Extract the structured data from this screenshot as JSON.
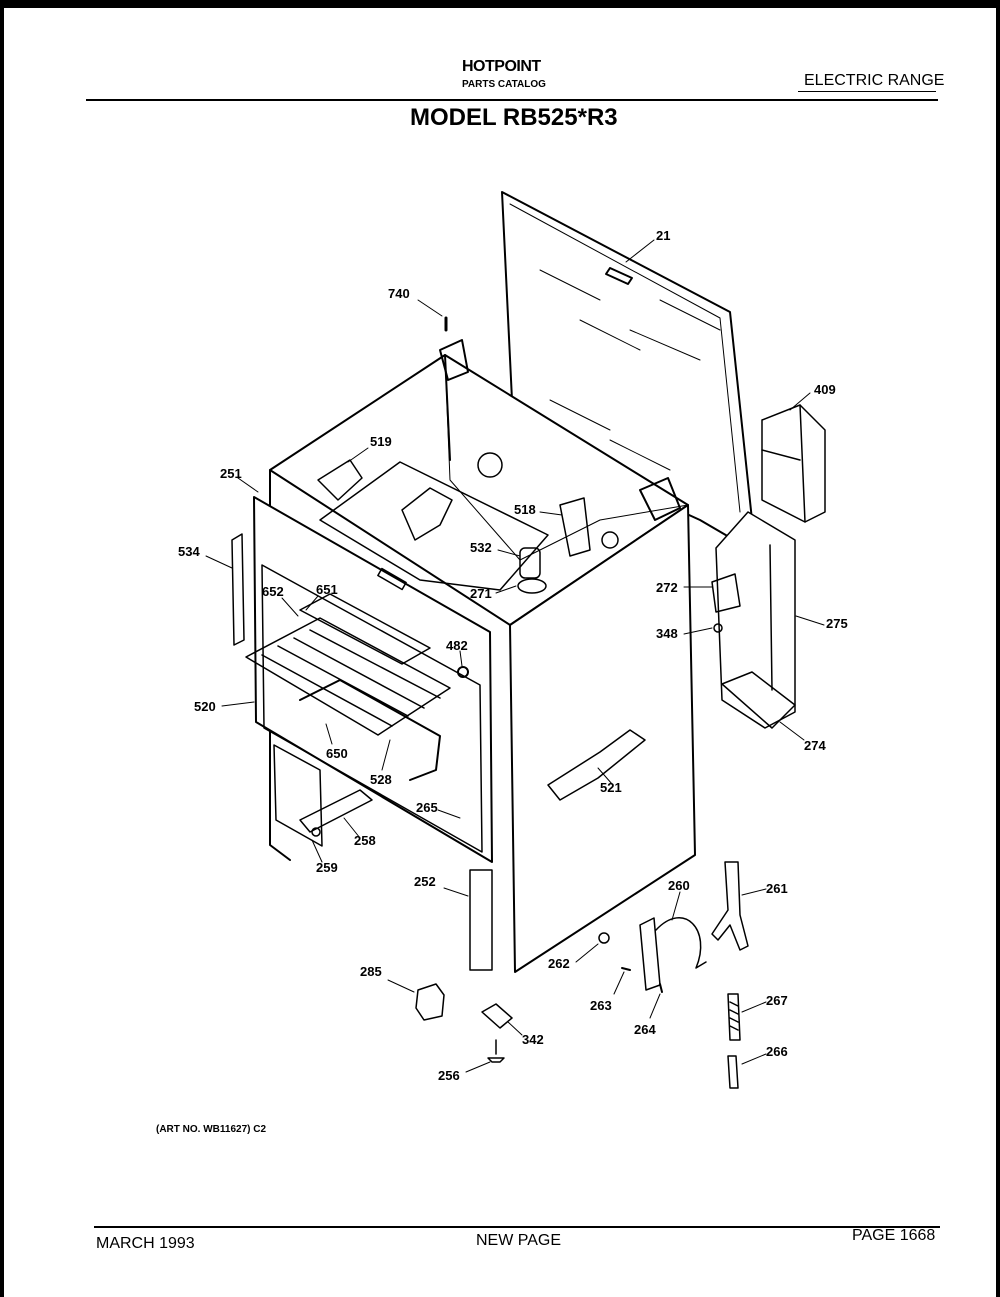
{
  "header": {
    "brand": "HOTPOINT",
    "catalog": "PARTS CATALOG",
    "category": "ELECTRIC RANGE",
    "model": "MODEL RB525*R3"
  },
  "footer": {
    "art_number": "(ART NO. WB11627) C2",
    "date": "MARCH 1993",
    "status": "NEW PAGE",
    "page": "PAGE 1668"
  },
  "callouts": [
    "21",
    "740",
    "409",
    "519",
    "251",
    "518",
    "534",
    "532",
    "652",
    "651",
    "271",
    "272",
    "348",
    "275",
    "482",
    "520",
    "274",
    "650",
    "528",
    "521",
    "265",
    "258",
    "259",
    "252",
    "260",
    "261",
    "262",
    "263",
    "264",
    "285",
    "342",
    "267",
    "256",
    "266"
  ]
}
